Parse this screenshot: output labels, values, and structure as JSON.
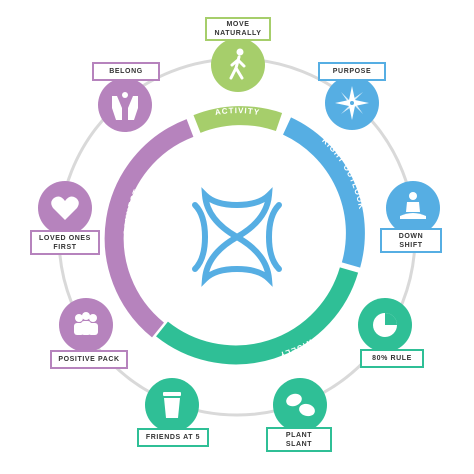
{
  "segments": {
    "activity": "ACTIVITY",
    "right_outlook": "RIGHT OUTLOOK",
    "eat_wisely": "EAT WISELY",
    "connect": "CONNECT"
  },
  "nodes": {
    "move": {
      "line1": "MOVE",
      "line2": "NATURALLY",
      "icon": "walking-person-icon"
    },
    "purpose": {
      "line1": "PURPOSE",
      "icon": "compass-star-icon"
    },
    "down_shift": {
      "line1": "DOWN",
      "line2": "SHIFT",
      "icon": "meditation-icon"
    },
    "rule80": {
      "line1": "80% RULE",
      "icon": "pie-plate-icon"
    },
    "plant_slant": {
      "line1": "PLANT",
      "line2": "SLANT",
      "icon": "beans-icon"
    },
    "friends": {
      "line1": "FRIENDS AT 5",
      "icon": "cup-icon"
    },
    "positive_pack": {
      "line1": "POSITIVE PACK",
      "icon": "group-icon"
    },
    "loved_ones": {
      "line1": "LOVED ONES",
      "line2": "FIRST",
      "icon": "heart-icon"
    },
    "belong": {
      "line1": "BELONG",
      "icon": "hands-icon"
    }
  },
  "colors": {
    "green_light": "#a6ce6b",
    "blue": "#56aee3",
    "teal": "#2fbf96",
    "purple": "#b683bd",
    "ring": "#d9d9d9",
    "logo": "#56aee3"
  }
}
